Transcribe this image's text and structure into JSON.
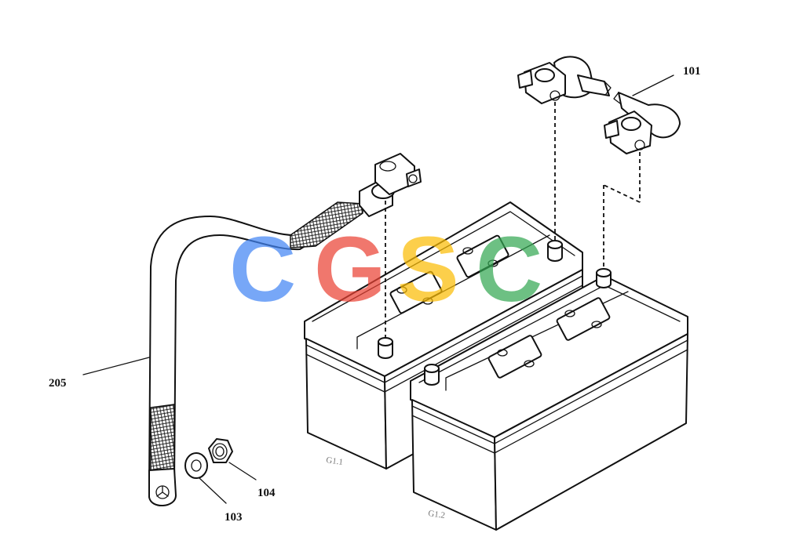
{
  "callouts": {
    "c101": "101",
    "c205": "205",
    "c103": "103",
    "c104": "104"
  },
  "battery_labels": {
    "g1_1": "G1.1",
    "g1_2": "G1.2"
  },
  "watermark": {
    "letters": [
      "C",
      "G",
      "S",
      "C"
    ],
    "colors": [
      "#4285F4",
      "#EA4335",
      "#FBBC05",
      "#34A853"
    ],
    "opacity": 0.72
  }
}
